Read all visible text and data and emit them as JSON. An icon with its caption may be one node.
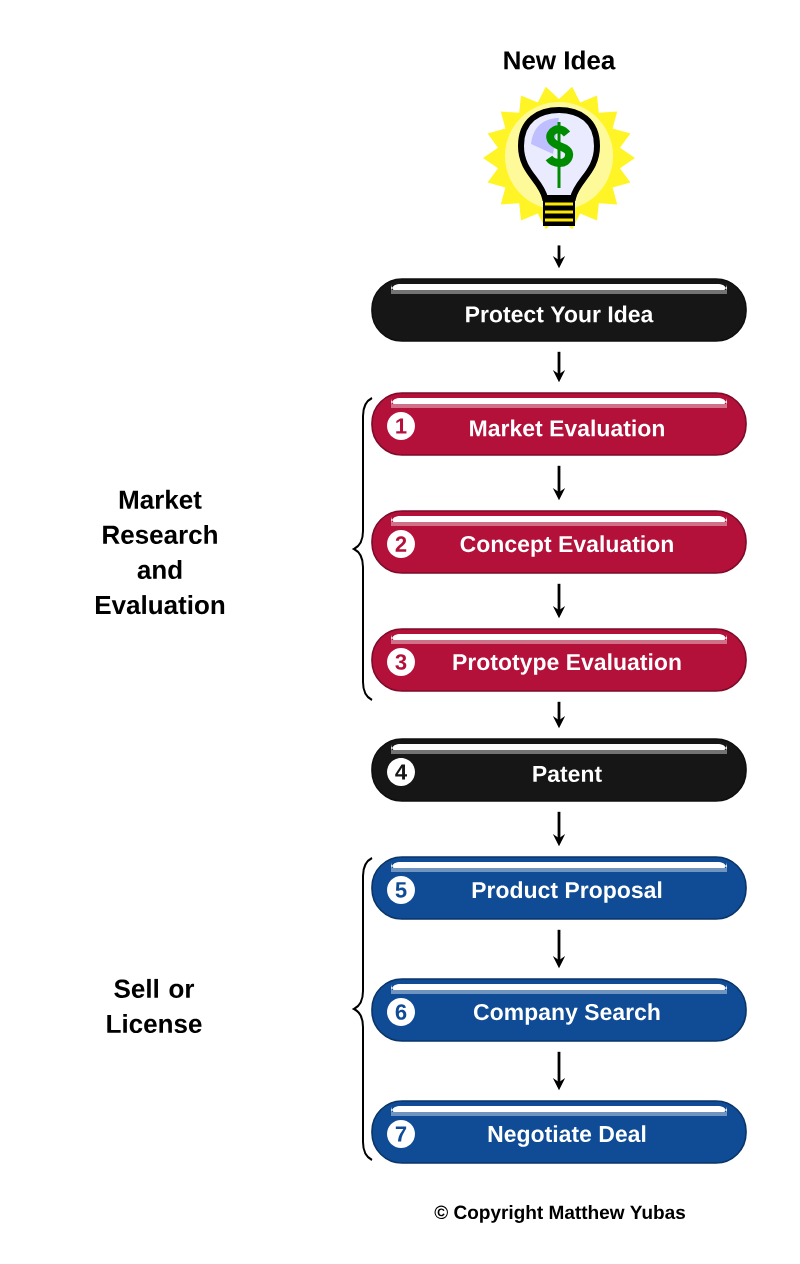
{
  "diagram": {
    "nodes": [
      {
        "text": [
          "New Idea"
        ]
      },
      {
        "text": [
          "Protect Your Idea"
        ]
      },
      {
        "text": [
          "1",
          "Market Evaluation"
        ]
      },
      {
        "text": [
          "2",
          "Concept Evaluation"
        ]
      },
      {
        "text": [
          "3",
          "Prototype Evaluation"
        ]
      },
      {
        "text": [
          "4",
          "Patent"
        ]
      },
      {
        "text": [
          "5",
          "Product Proposal"
        ]
      },
      {
        "text": [
          "6",
          "Company Search"
        ]
      },
      {
        "text": [
          "7",
          "Negotiate Deal"
        ]
      }
    ],
    "edges": [
      {
        "from": 0,
        "to": 1,
        "arrow": "to"
      },
      {
        "from": 1,
        "to": 2,
        "arrow": "to"
      },
      {
        "from": 2,
        "to": 3,
        "arrow": "to"
      },
      {
        "from": 3,
        "to": 4,
        "arrow": "to"
      },
      {
        "from": 4,
        "to": 5,
        "arrow": "to"
      },
      {
        "from": 5,
        "to": 6,
        "arrow": "to"
      },
      {
        "from": 6,
        "to": 7,
        "arrow": "to"
      },
      {
        "from": 7,
        "to": 8,
        "arrow": "to"
      }
    ],
    "labels": [
      "Market Research and Evaluation",
      "Sell or License",
      "© Copyright Matthew Yubas"
    ]
  }
}
